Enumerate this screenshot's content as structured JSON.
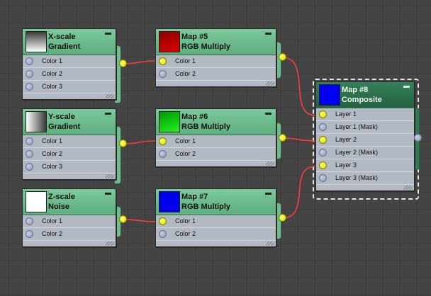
{
  "nodes": {
    "x_scale": {
      "title1": "X-scale",
      "title2": "Gradient",
      "slots": [
        "Color 1",
        "Color 2",
        "Color 3"
      ],
      "thumb": "gradient-white-gray"
    },
    "y_scale": {
      "title1": "Y-scale",
      "title2": "Gradient",
      "slots": [
        "Color 1",
        "Color 2",
        "Color 3"
      ],
      "thumb": "gradient-white-gray-horizontal"
    },
    "z_scale": {
      "title1": "Z-scale",
      "title2": "Noise",
      "slots": [
        "Color 1",
        "Color 2"
      ],
      "thumb": "white"
    },
    "map5": {
      "title1": "Map #5",
      "title2": "RGB Multiply",
      "slots": [
        "Color 1",
        "Color 2"
      ],
      "thumb": "#cc0000"
    },
    "map6": {
      "title1": "Map #6",
      "title2": "RGB Multiply",
      "slots": [
        "Color 1",
        "Color 2"
      ],
      "thumb": "#00dd00"
    },
    "map7": {
      "title1": "Map #7",
      "title2": "RGB Multiply",
      "slots": [
        "Color 1",
        "Color 2"
      ],
      "thumb": "#0000ee"
    },
    "map8": {
      "title1": "Map #8",
      "title2": "Composite",
      "slots": [
        "Layer 1",
        "Layer 1 (Mask)",
        "Layer 2",
        "Layer 2 (Mask)",
        "Layer 3",
        "Layer 3 (Mask)"
      ],
      "thumb": "#0000ee"
    }
  },
  "colors": {
    "background": "#444444",
    "node_header": "#6fbb8c",
    "selected_header": "#2d7a52",
    "node_body": "#b3b9c2",
    "wire": "#ff4040",
    "connected_socket": "#e6f000"
  }
}
